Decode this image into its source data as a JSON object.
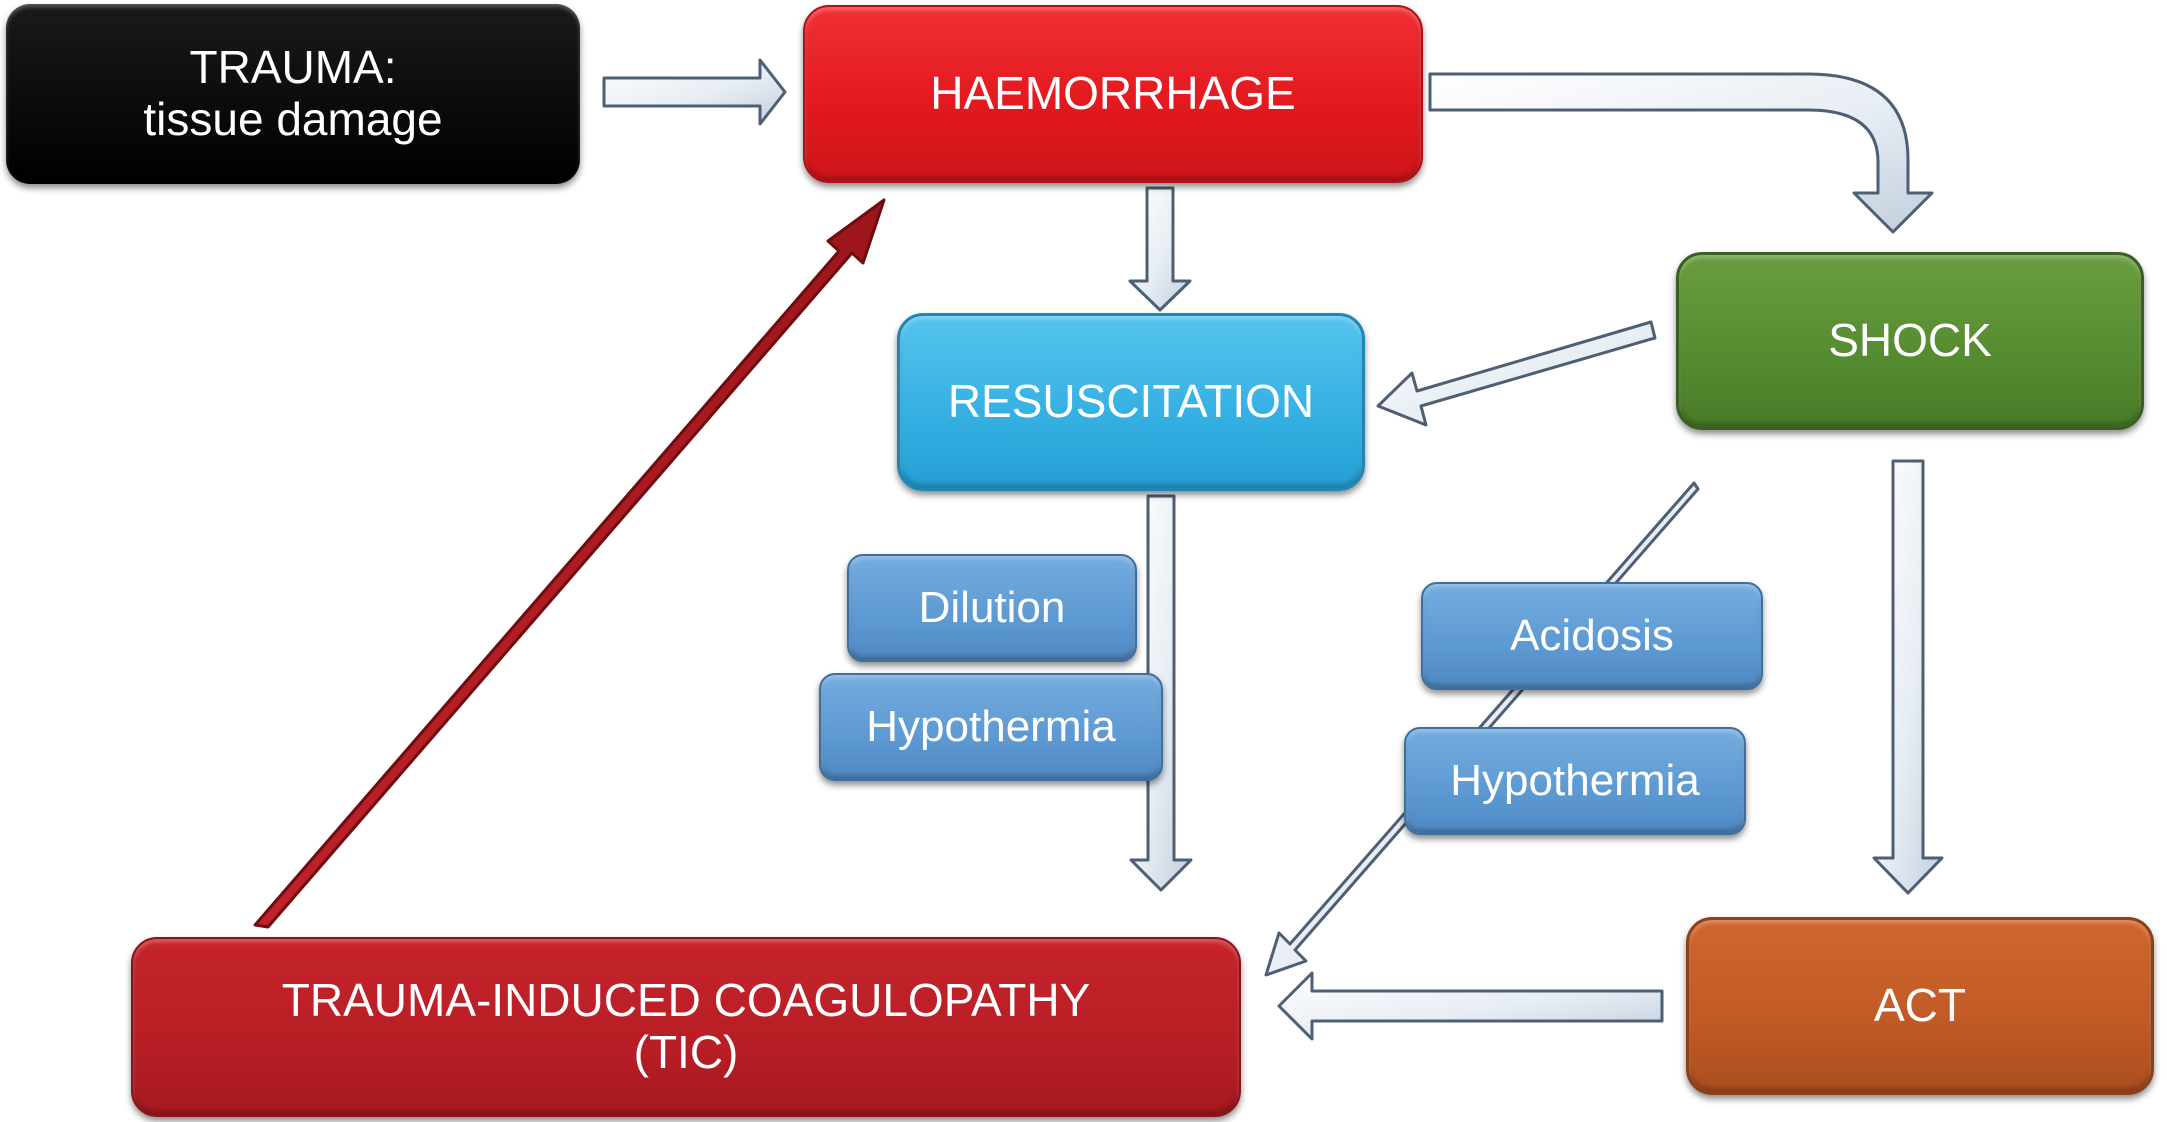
{
  "nodes": {
    "trauma": "TRAUMA:\ntissue damage",
    "haemorrhage": "HAEMORRHAGE",
    "shock": "SHOCK",
    "resuscitation": "RESUSCITATION",
    "dilution": "Dilution",
    "hypothermia_resus": "Hypothermia",
    "acidosis": "Acidosis",
    "hypothermia_shock": "Hypothermia",
    "act": "ACT",
    "tic": "TRAUMA-INDUCED COAGULOPATHY\n(TIC)"
  },
  "edges": [
    {
      "from": "TRAUMA: tissue damage",
      "to": "HAEMORRHAGE"
    },
    {
      "from": "HAEMORRHAGE",
      "to": "SHOCK"
    },
    {
      "from": "HAEMORRHAGE",
      "to": "RESUSCITATION"
    },
    {
      "from": "SHOCK",
      "to": "RESUSCITATION"
    },
    {
      "from": "SHOCK",
      "to": "ACT"
    },
    {
      "from": "SHOCK",
      "to": "TRAUMA-INDUCED COAGULOPATHY (TIC)"
    },
    {
      "from": "RESUSCITATION",
      "to": "TRAUMA-INDUCED COAGULOPATHY (TIC)"
    },
    {
      "from": "ACT",
      "to": "TRAUMA-INDUCED COAGULOPATHY (TIC)"
    },
    {
      "from": "TRAUMA-INDUCED COAGULOPATHY (TIC)",
      "to": "HAEMORRHAGE"
    }
  ],
  "colors": {
    "trauma": "#000000",
    "haemorrhage": "#e3191f",
    "shock": "#558b30",
    "resuscitation": "#34afe2",
    "factor": "#5d99d2",
    "act": "#c05a25",
    "tic": "#b81e25",
    "feedback_arrow": "#b01c22",
    "flow_arrow": "#e4ebf2"
  }
}
